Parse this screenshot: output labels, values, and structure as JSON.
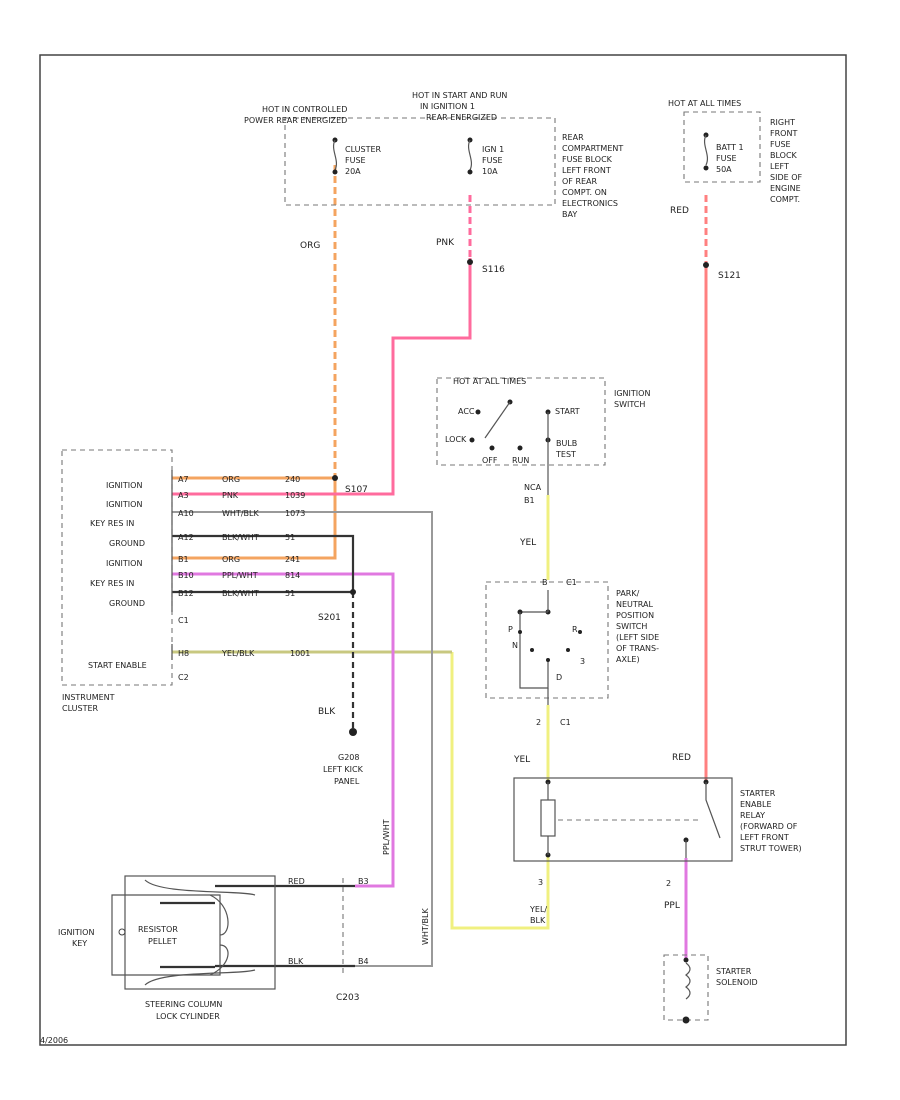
{
  "colors": {
    "orange": "#f4a460",
    "pink": "#ff6b9d",
    "red": "#ff8080",
    "yellow": "#f0f080",
    "magenta": "#e078e0",
    "olive": "#c8c880",
    "black": "#333333",
    "gray": "#999999"
  },
  "fuse_top": {
    "hot_ctrl": [
      "HOT IN CONTROLLED",
      "POWER REAR ENERGIZED"
    ],
    "hot_start": [
      "HOT IN START AND RUN",
      "IN IGNITION 1",
      "REAR ENERGIZED"
    ],
    "cluster_fuse": [
      "CLUSTER",
      "FUSE",
      "20A"
    ],
    "ign_fuse": [
      "IGN 1",
      "FUSE",
      "10A"
    ],
    "rear_block": [
      "REAR",
      "COMPARTMENT",
      "FUSE BLOCK",
      "LEFT FRONT",
      "OF REAR",
      "COMPT. ON",
      "ELECTRONICS",
      "BAY"
    ],
    "hot_all": "HOT AT ALL TIMES",
    "batt_fuse": [
      "BATT 1",
      "FUSE",
      "50A"
    ],
    "right_block": [
      "RIGHT",
      "FRONT",
      "FUSE",
      "BLOCK",
      "LEFT",
      "SIDE OF",
      "ENGINE",
      "COMPT."
    ]
  },
  "wire_labels": {
    "org": "ORG",
    "pnk": "PNK",
    "red_top": "RED",
    "s116": "S116",
    "s121": "S121",
    "s107": "S107",
    "s201": "S201",
    "yel1": "YEL",
    "yel2": "YEL",
    "red2": "RED",
    "yelblk": [
      "YEL/",
      "BLK"
    ],
    "ppl": "PPL",
    "blk": "BLK",
    "c203": "C203",
    "g208": [
      "G208",
      "LEFT KICK",
      "PANEL"
    ],
    "ppl_wht": "PPL/WHT",
    "wht_blk": "WHT/BLK",
    "nca": [
      "NCA",
      "B1"
    ],
    "c1_lower": "C1",
    "two": "2",
    "three": "3"
  },
  "ignition_switch": {
    "hot_label": "HOT AT ALL TIMES",
    "name": [
      "IGNITION",
      "SWITCH"
    ],
    "acc": "ACC",
    "start": "START",
    "lock": "LOCK",
    "off": "OFF",
    "run": "RUN",
    "bulb_test": [
      "BULB",
      "TEST"
    ]
  },
  "cluster": {
    "rows": [
      {
        "label": "IGNITION",
        "pin": "A7",
        "color": "ORG",
        "circuit": "240"
      },
      {
        "label": "IGNITION",
        "pin": "A3",
        "color": "PNK",
        "circuit": "1039"
      },
      {
        "label": "KEY RES IN",
        "pin": "A10",
        "color": "WHT/BLK",
        "circuit": "1073"
      },
      {
        "label": "GROUND",
        "pin": "A12",
        "color": "BLK/WHT",
        "circuit": "51"
      },
      {
        "label": "IGNITION",
        "pin": "B1",
        "color": "ORG",
        "circuit": "241"
      },
      {
        "label": "KEY RES IN",
        "pin": "B10",
        "color": "PPL/WHT",
        "circuit": "814"
      },
      {
        "label": "GROUND",
        "pin": "B12",
        "color": "BLK/WHT",
        "circuit": "51"
      }
    ],
    "c1": "C1",
    "start_enable": {
      "label": "START ENABLE",
      "pin": "H8",
      "color": "YEL/BLK",
      "circuit": "1001"
    },
    "c2": "C2",
    "name": [
      "INSTRUMENT",
      "CLUSTER"
    ]
  },
  "park_switch": {
    "pin": "B",
    "conn": "C1",
    "letters": [
      "P",
      "N",
      "R",
      "D",
      "3"
    ],
    "name": [
      "PARK/",
      "NEUTRAL",
      "POSITION",
      "SWITCH",
      "(LEFT SIDE",
      "OF TRANS-",
      "AXLE)"
    ]
  },
  "relay": {
    "name": [
      "STARTER",
      "ENABLE",
      "RELAY",
      "(FORWARD OF",
      "LEFT FRONT",
      "STRUT TOWER)"
    ]
  },
  "solenoid": {
    "name": [
      "STARTER",
      "SOLENOID"
    ]
  },
  "lock_cyl": {
    "key": [
      "IGNITION",
      "KEY"
    ],
    "resistor": [
      "RESISTOR",
      "PELLET"
    ],
    "name": [
      "STEERING COLUMN",
      "LOCK CYLINDER"
    ],
    "red": "RED",
    "blk": "BLK",
    "b3": "B3",
    "b4": "B4"
  },
  "footer": "4/2006"
}
